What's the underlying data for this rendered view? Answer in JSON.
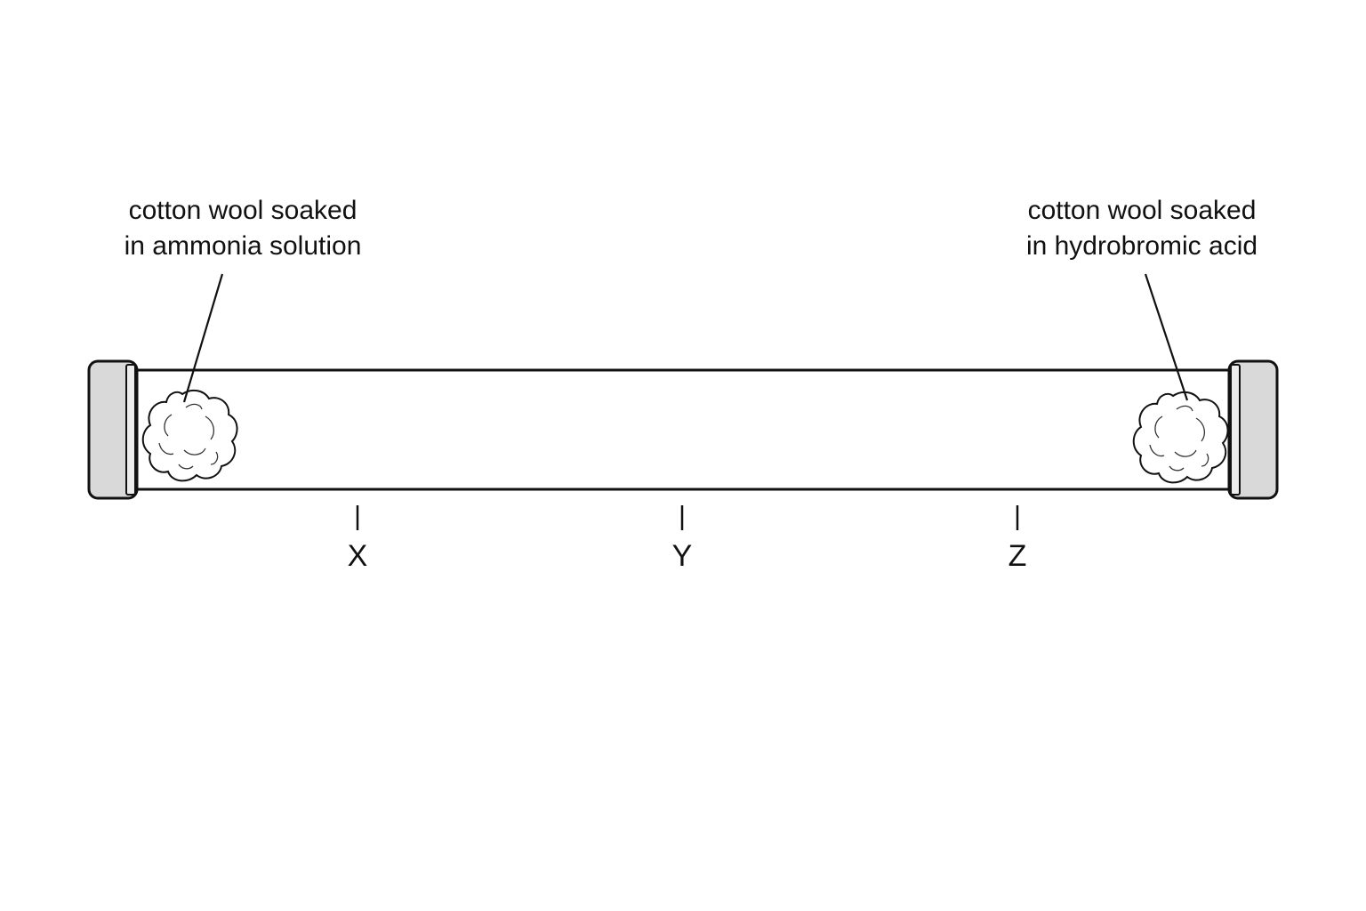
{
  "labels": {
    "left": {
      "line1": "cotton wool soaked",
      "line2": "in ammonia solution"
    },
    "right": {
      "line1": "cotton wool soaked",
      "line2": "in hydrobromic acid"
    }
  },
  "marks": [
    {
      "id": "x",
      "label": "X"
    },
    {
      "id": "y",
      "label": "Y"
    },
    {
      "id": "z",
      "label": "Z"
    }
  ]
}
